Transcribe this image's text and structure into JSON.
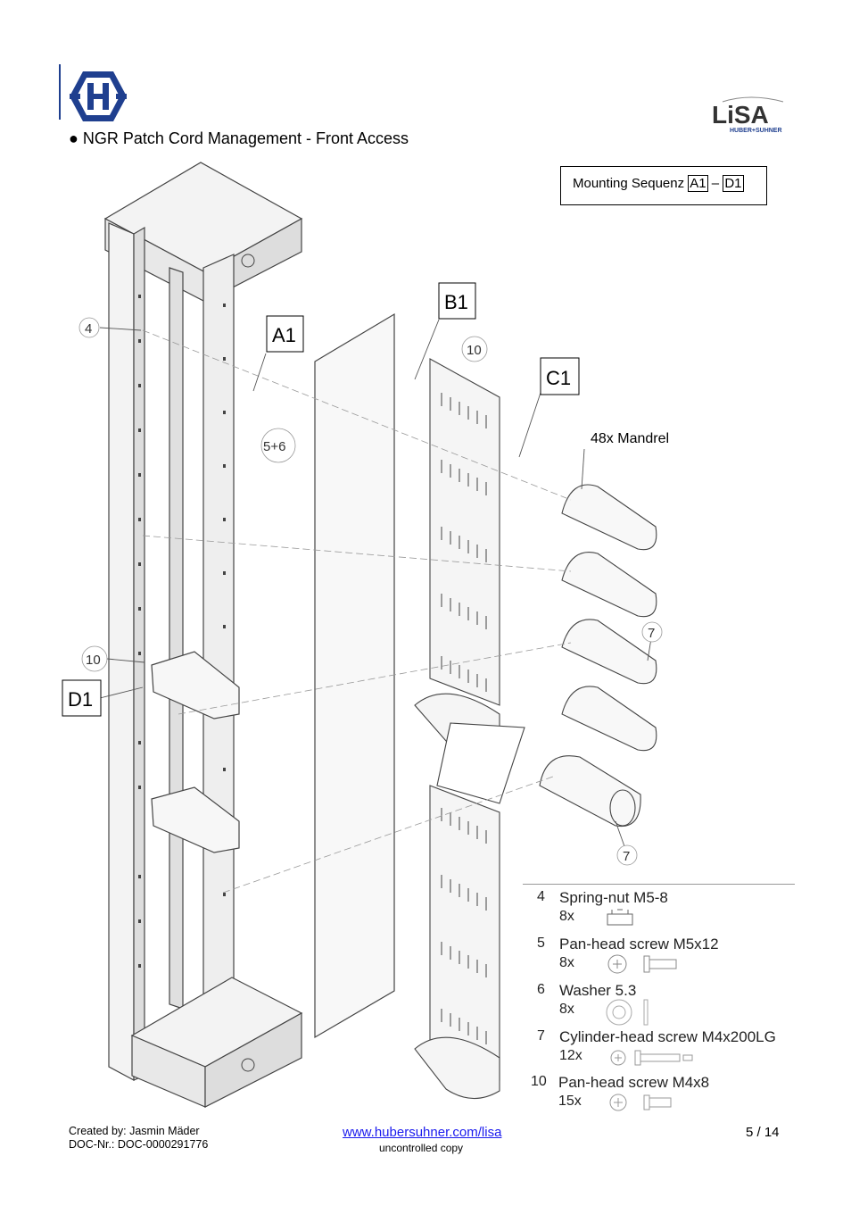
{
  "header": {
    "title": "● NGR Patch Cord Management - Front Access",
    "lisa_brand": "LiSA",
    "lisa_sub": "HUBER+SUHNER"
  },
  "sequence": {
    "prefix": "Mounting Sequenz",
    "from": "A1",
    "dash": "–",
    "to": "D1"
  },
  "callouts": {
    "a1": "A1",
    "b1": "B1",
    "c1": "C1",
    "d1": "D1"
  },
  "circles": {
    "c4": "4",
    "c56": "5+6",
    "c10a": "10",
    "c10b": "10",
    "c7a": "7",
    "c7b": "7"
  },
  "mandrel_label": "48x Mandrel",
  "parts": [
    {
      "num": "4",
      "name": "Spring-nut M5-8",
      "qty": "8x"
    },
    {
      "num": "5",
      "name": "Pan-head screw M5x12",
      "qty": "8x"
    },
    {
      "num": "6",
      "name": "Washer 5.3",
      "qty": "8x"
    },
    {
      "num": "7",
      "name": "Cylinder-head screw M4x200LG",
      "qty": "12x"
    },
    {
      "num": "10",
      "name": "Pan-head screw M4x8",
      "qty": "15x"
    }
  ],
  "footer": {
    "created_by": "Created by: Jasmin Mäder",
    "doc_nr": "DOC-Nr.: DOC-0000291776",
    "link": "www.hubersuhner.com/lisa",
    "copy": "uncontrolled copy",
    "page": "5 / 14"
  },
  "colors": {
    "brand_blue": "#1f3f8f",
    "link_blue": "#1a1aee"
  }
}
